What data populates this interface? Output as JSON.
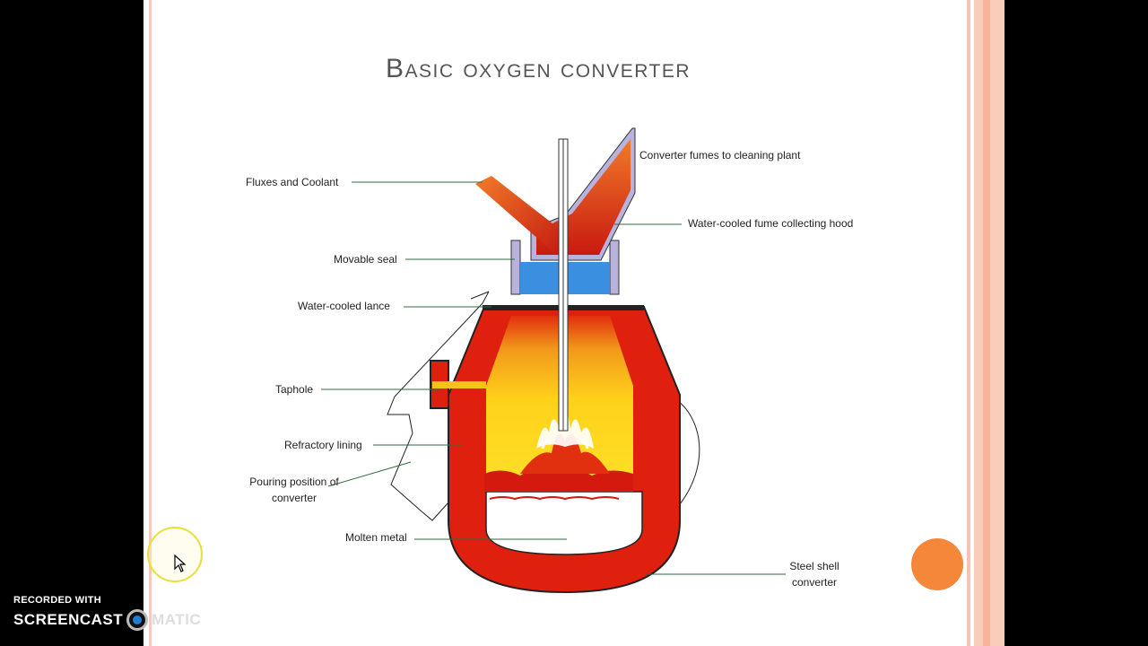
{
  "slide": {
    "title": "Basic oxygen converter"
  },
  "diagram": {
    "labels": {
      "fluxes": "Fluxes and Coolant",
      "fumes": "Converter fumes to cleaning plant",
      "hood": "Water-cooled fume collecting hood",
      "seal": "Movable seal",
      "lance": "Water-cooled lance",
      "taphole": "Taphole",
      "refractory": "Refractory lining",
      "pouring_1": "Pouring position of",
      "pouring_2": "converter",
      "molten": "Molten metal",
      "shell_1": "Steel shell",
      "shell_2": "converter"
    },
    "colors": {
      "steel_shell": "#e0200f",
      "lining_hot": "#f5a800",
      "seal_blue": "#3a8fe0",
      "hood_frame": "#b8b2dc",
      "leader_line": "#2f6b3d",
      "accent_orange": "#f5873a",
      "stripe": "#f8c4b0"
    }
  },
  "watermark": {
    "line1": "RECORDED WITH",
    "brand_a": "SCREENCAST",
    "brand_b": "MATIC"
  }
}
